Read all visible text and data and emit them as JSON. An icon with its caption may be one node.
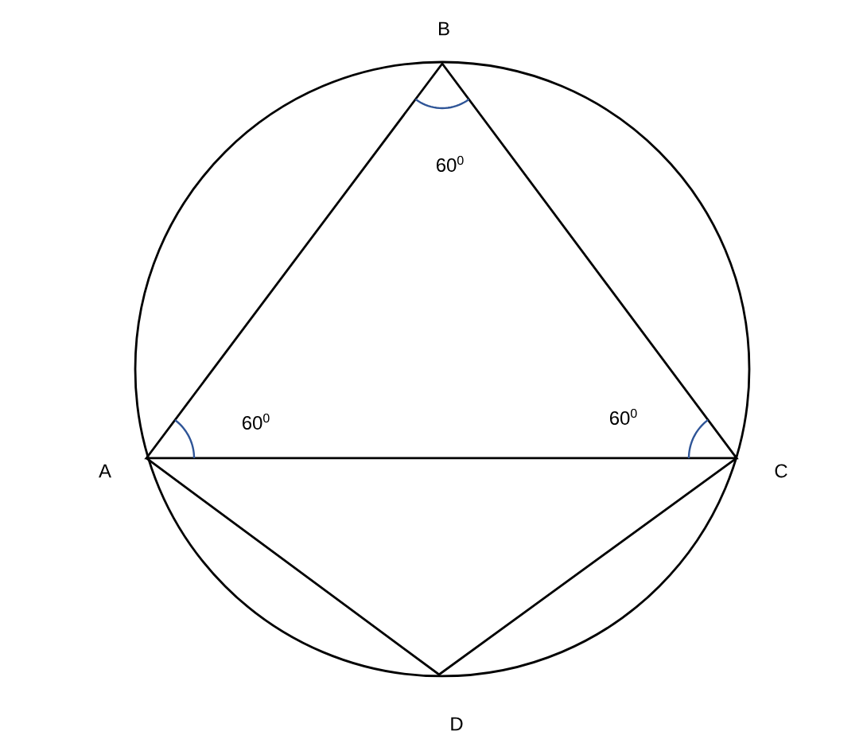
{
  "diagram": {
    "labels": [
      "B",
      "60$^{0}$",
      "60$^{0}$",
      "60$^{0}$",
      "A",
      "C",
      "D"
    ]
  }
}
